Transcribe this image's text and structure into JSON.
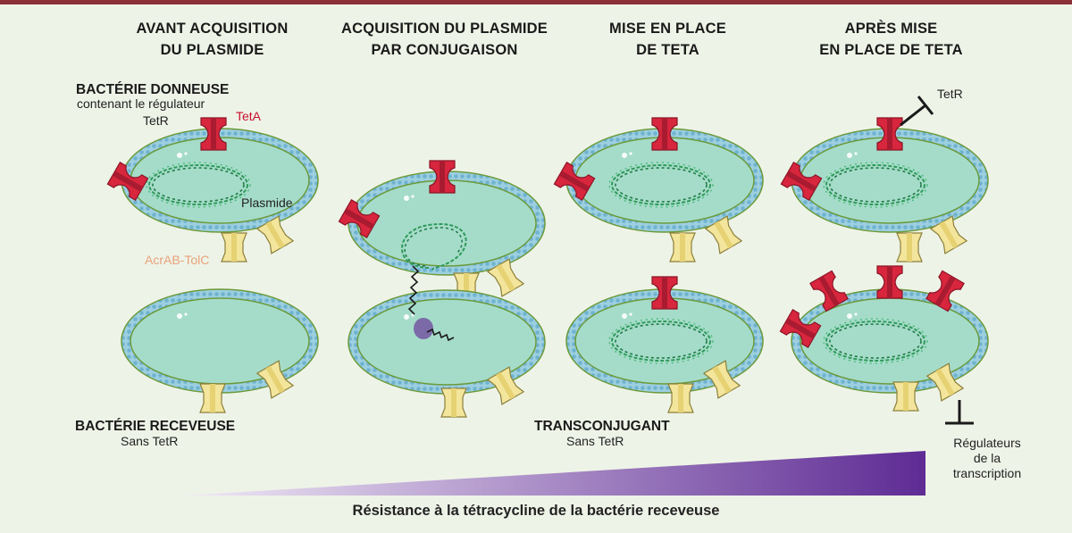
{
  "columns": [
    {
      "line1": "AVANT ACQUISITION",
      "line2": "DU PLASMIDE"
    },
    {
      "line1": "ACQUISITION DU PLASMIDE",
      "line2": "PAR CONJUGAISON"
    },
    {
      "line1": "MISE EN PLACE",
      "line2": "DE TETA"
    },
    {
      "line1": "APRÈS MISE",
      "line2": "EN PLACE DE TETA"
    }
  ],
  "labels": {
    "donor_title": "BACTÉRIE DONNEUSE",
    "donor_sub": "contenant le régulateur",
    "tetr": "TetR",
    "teta": "TetA",
    "plasmide": "Plasmide",
    "acrab": "AcrAB-TolC",
    "recipient_title": "BACTÉRIE RECEVEUSE",
    "recipient_sub": "Sans TetR",
    "transconjugant_title": "TRANSCONJUGANT",
    "transconjugant_sub": "Sans TetR",
    "tetr_right": "TetR",
    "regulators_1": "Régulateurs",
    "regulators_2": "de la",
    "regulators_3": "transcription",
    "resistance": "Résistance à la tétracycline de la bactérie receveuse"
  },
  "colors": {
    "background": "#eef3e7",
    "top_rule": "#8c2f39",
    "cytoplasm": "#a5dcc9",
    "membrane": "#8fc7da",
    "tetA_pump": "#d7263d",
    "acrab_pump": "#f3e69c",
    "plasmid": "#2e9a5a",
    "pilus_protein": "#7b6aa7",
    "gradient_start": "#e9dff2",
    "gradient_end": "#5e2b94"
  }
}
